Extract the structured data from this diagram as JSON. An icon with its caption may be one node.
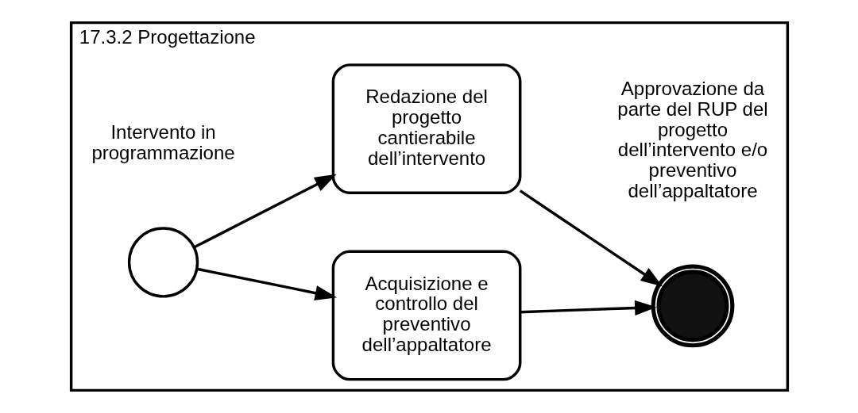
{
  "diagram": {
    "nodes": [
      {
        "text": [
          "17.3.2 Progettazione"
        ]
      },
      {
        "text": [],
        "shape": "circle",
        "beside": [
          "Intervento in programmazione"
        ],
        "in": 0
      },
      {
        "text": [
          "Acquisizione e controllo del preventivo dell’appaltatore"
        ],
        "in": 0
      },
      {
        "text": [
          "Redazione del progetto cantierabile dell’intervento"
        ],
        "in": 0
      },
      {
        "text": [],
        "shape": "circle",
        "beside": [
          "Approvazione da parte del RUP del progetto dell’intervento e/o preventivo dell’appaltatore"
        ],
        "in": 0
      }
    ],
    "edges": [
      {
        "from": 1,
        "to": 2,
        "arrow": "to"
      },
      {
        "from": 1,
        "to": 3,
        "arrow": "to"
      },
      {
        "from": 2,
        "to": 4,
        "arrow": "to"
      },
      {
        "from": 3,
        "to": 4,
        "arrow": "to"
      }
    ]
  }
}
